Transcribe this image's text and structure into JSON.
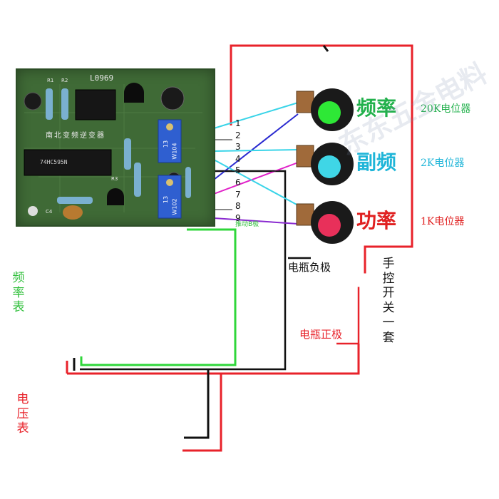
{
  "board": {
    "model": "L0969",
    "title_text": "南北变频逆变器",
    "chip1": "74HC595N",
    "pot1_code": "W104",
    "pot1_value": "13",
    "pot2_code": "W102",
    "pot2_value": "13",
    "ref_r1": "R1",
    "ref_r2": "R2",
    "ref_r3": "R3",
    "ref_c4": "C4"
  },
  "pins": [
    "1",
    "2",
    "3",
    "4",
    "5",
    "6",
    "7",
    "8",
    "9"
  ],
  "knobs": [
    {
      "label": "频率",
      "spec": "20K电位器",
      "label_color": "#22b14c",
      "spec_color": "#22b14c",
      "cap_color": "#2ee836"
    },
    {
      "label": "副频",
      "spec": "2K电位器",
      "label_color": "#1fb5d8",
      "spec_color": "#1fb5d8",
      "cap_color": "#3fd6e6"
    },
    {
      "label": "功率",
      "spec": "1K电位器",
      "label_color": "#e02020",
      "spec_color": "#e02020",
      "cap_color": "#e8305a"
    }
  ],
  "labels": {
    "drive_b": "推动B极",
    "battery_neg": "电瓶负极",
    "battery_pos": "电瓶正极",
    "manual_switch": "手控开关一套",
    "freq_meter": "频率表",
    "volt_meter": "电压表",
    "watermark": "东东五金电料"
  },
  "colors": {
    "red": "#e8222a",
    "black": "#111111",
    "green": "#2fd63a",
    "cyan": "#39d4e8",
    "blue": "#2a2ad0",
    "magenta": "#e020c8",
    "purple": "#8a2ad0"
  }
}
